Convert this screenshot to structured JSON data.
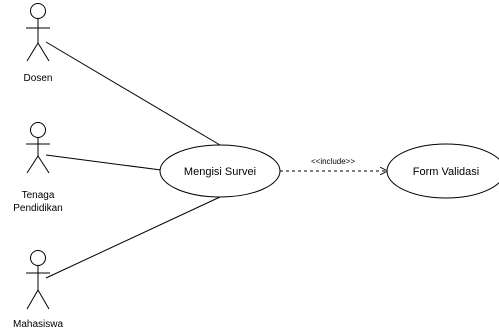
{
  "diagram": {
    "actors": [
      {
        "id": "dosen",
        "label_lines": [
          "Dosen"
        ]
      },
      {
        "id": "tenaga",
        "label_lines": [
          "Tenaga",
          "Pendidikan"
        ]
      },
      {
        "id": "mahasiswa",
        "label_lines": [
          "Mahasiswa"
        ]
      }
    ],
    "use_cases": {
      "main": {
        "label": "Mengisi Survei"
      },
      "included": {
        "label": "Form Validasi"
      }
    },
    "relation": {
      "label": "<<include>>"
    }
  }
}
